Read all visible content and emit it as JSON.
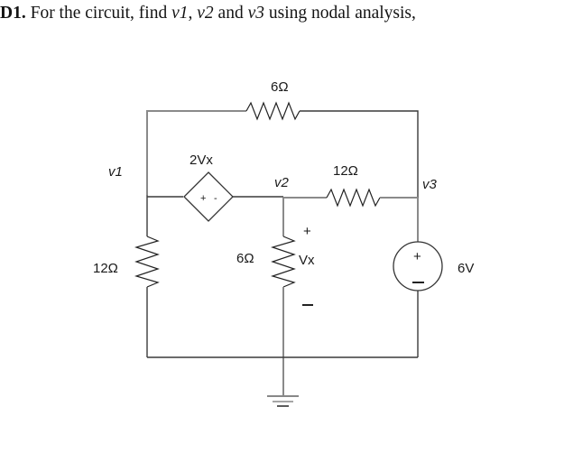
{
  "problem": {
    "number": "D1.",
    "text_before": " For the circuit, find ",
    "var1": "v1",
    "sep1": ", ",
    "var2": "v2",
    "sep2": " and ",
    "var3": "v3",
    "text_after": " using nodal analysis,"
  },
  "circuit": {
    "nodes": {
      "v1": "v1",
      "v2": "v2",
      "v3": "v3"
    },
    "components": {
      "top_resistor": "6Ω",
      "left_resistor": "12Ω",
      "middle_resistor": "6Ω",
      "right_resistor": "12Ω",
      "dependent_source": "2Vx",
      "dependent_source_plus": "+",
      "dependent_source_minus": "-",
      "voltage_source": "6V",
      "voltage_source_plus": "+",
      "voltage_source_minus": "−",
      "vx_label": "Vx",
      "vx_plus": "+",
      "vx_minus": "—"
    }
  }
}
